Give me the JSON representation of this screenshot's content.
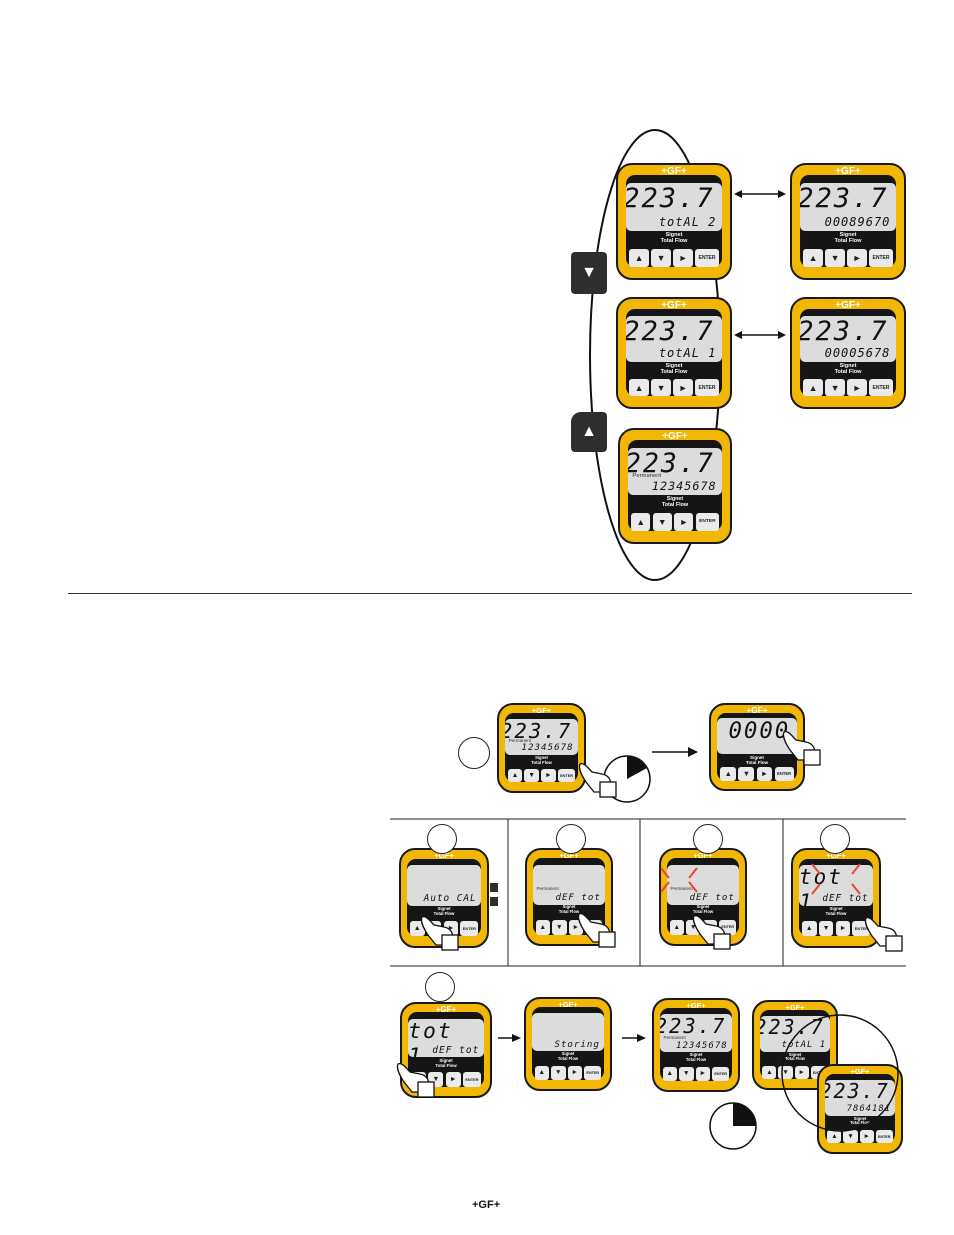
{
  "colors": {
    "device_body": "#f2b705",
    "device_frame": "#151515",
    "lcd": "#dcdcdc",
    "arrow_key": "#2e2e2e",
    "blink": "#e24a35"
  },
  "device": {
    "logo": "+GF+",
    "brand_line1": "Signet",
    "brand_line2": "Total Flow",
    "btn_up": "▲",
    "btn_down": "▼",
    "btn_right": "►",
    "btn_enter": "ENTER"
  },
  "top_section": {
    "nav_down_key": "▼",
    "nav_up_key": "▲",
    "total2": {
      "main": "223.7",
      "label": "totAL 2",
      "value": "00089670"
    },
    "total1": {
      "main": "223.7",
      "label": "totAL 1",
      "value": "00005678"
    },
    "permanent": {
      "main": "223.7",
      "indicator": "Permanent",
      "value": "12345678"
    }
  },
  "bottom_section": {
    "start": {
      "main": "223.7",
      "value": "12345678",
      "indicator": "Permanent"
    },
    "password": {
      "main": "0000"
    },
    "step_auto_cal": {
      "label": "Auto CAL"
    },
    "step_def_tot": {
      "label": "dEF tot",
      "indicator": "Permanent"
    },
    "step_def_tot_blink": {
      "label": "dEF tot",
      "indicator": "Permanent"
    },
    "step_tot1_blink": {
      "main": "tot 1",
      "label": "dEF tot"
    },
    "step_tot1": {
      "main": "tot 1",
      "label": "dEF tot"
    },
    "storing": {
      "label": "Storing"
    },
    "result": {
      "main": "223.7",
      "value": "12345678",
      "indicator": "Permanent"
    },
    "result_total1": {
      "main": "223.7",
      "label": "totAL 1"
    },
    "result_value": {
      "main": "223.7",
      "value": "7864181"
    }
  },
  "footer": {
    "logo": "+GF+"
  }
}
